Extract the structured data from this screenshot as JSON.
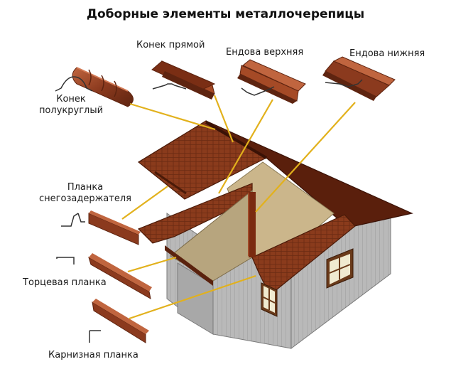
{
  "title": "Доборные элементы металлочерепицы",
  "labels": {
    "ridge_round_1": "Конек",
    "ridge_round_2": "полукруглый",
    "ridge_straight": "Конек прямой",
    "valley_top": "Ендова верхняя",
    "valley_bottom": "Ендова нижняя",
    "snow_1": "Планка",
    "snow_2": "снегозадержателя",
    "gable": "Торцевая планка",
    "eave": "Карнизная планка"
  },
  "colors": {
    "metal": "#8b3a1e",
    "metal_light": "#b0583a",
    "metal_dark": "#5e2410",
    "roof": "#8a3b1c",
    "roof_dark": "#5a220e",
    "wall": "#b8b8b8",
    "wall_dark": "#8e8e8e",
    "attic": "#c9b48a",
    "pointer": "#e2b11c"
  }
}
